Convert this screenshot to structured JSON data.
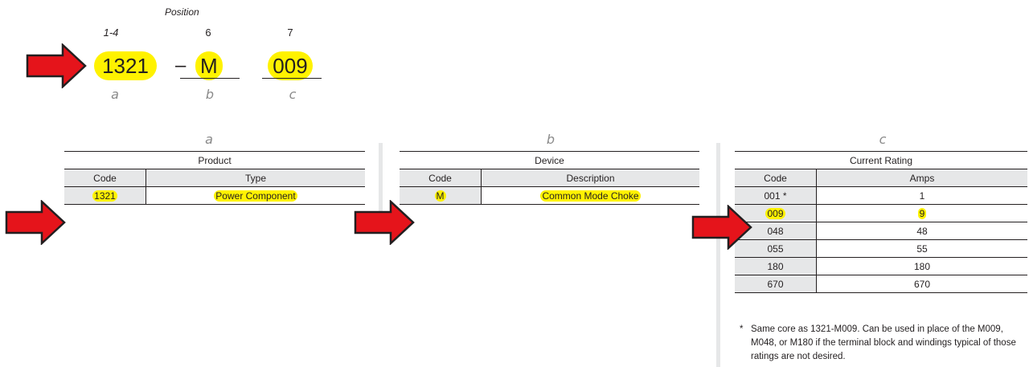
{
  "position": {
    "title": "Position",
    "labels": [
      "1-4",
      "6",
      "7"
    ]
  },
  "catalog": {
    "part_a": "1321",
    "dash": "–",
    "part_b": "M",
    "part_c": "009",
    "letters": [
      "a",
      "b",
      "c"
    ]
  },
  "tables": {
    "a": {
      "letter": "a",
      "caption": "Product",
      "headers": [
        "Code",
        "Type"
      ],
      "rows": [
        [
          "1321",
          "Power Component"
        ]
      ]
    },
    "b": {
      "letter": "b",
      "caption": "Device",
      "headers": [
        "Code",
        "Description"
      ],
      "rows": [
        [
          "M",
          "Common Mode Choke"
        ]
      ]
    },
    "c": {
      "letter": "c",
      "caption": "Current Rating",
      "headers": [
        "Code",
        "Amps"
      ],
      "rows": [
        [
          "001 *",
          "1"
        ],
        [
          "009",
          "9"
        ],
        [
          "048",
          "48"
        ],
        [
          "055",
          "55"
        ],
        [
          "180",
          "180"
        ],
        [
          "670",
          "670"
        ]
      ]
    }
  },
  "footnote": {
    "star": "*",
    "text": "Same core as 1321-M009. Can be used in place of the M009, M048, or M180 if the terminal block and windings typical of those ratings are not desired."
  },
  "colors": {
    "highlight": "#fff200",
    "arrow_fill": "#e5141b",
    "header_gray": "#e6e7e8"
  }
}
